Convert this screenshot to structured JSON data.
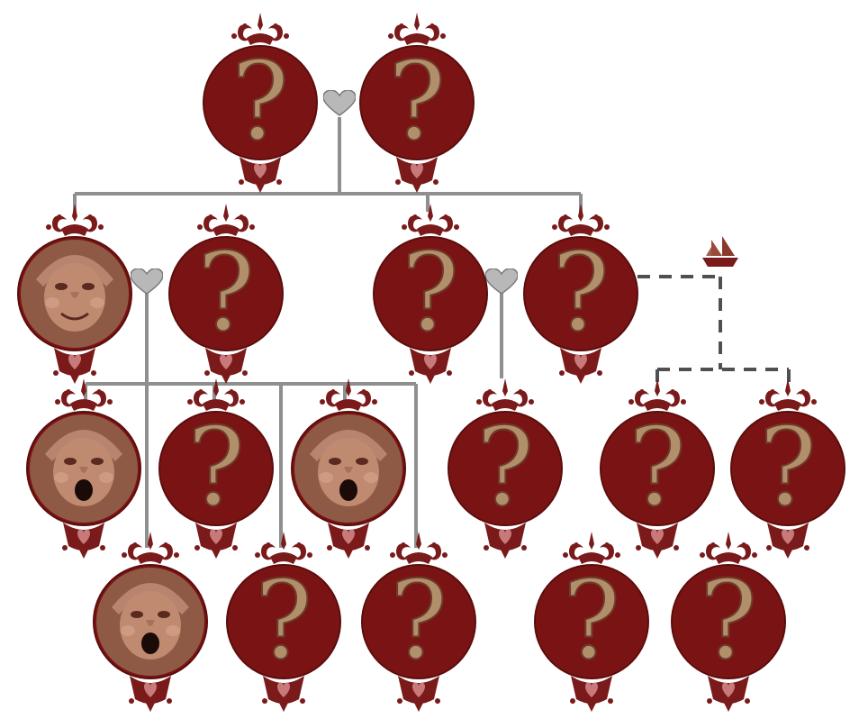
{
  "colors": {
    "medallion": "#7a1414",
    "medallion_dark": "#5c0c0c",
    "ornament": "#7a1a1a",
    "question": "#b08f6a",
    "question_shadow": "#6e3b2a",
    "face": "#a86a50",
    "connector": "#9a9a9a",
    "connector_dark": "#6a6a6a",
    "heart": "#b8b8b8",
    "dashed": "#505050"
  },
  "question_mark": "?",
  "members": [
    {
      "id": "gg1",
      "known": false,
      "name": "unknown-grandparent-left"
    },
    {
      "id": "gg2",
      "known": false,
      "name": "unknown-grandparent-right"
    },
    {
      "id": "p1",
      "known": true,
      "face": "smiling-lady",
      "name": "known-parent-lady"
    },
    {
      "id": "p2",
      "known": false,
      "name": "unknown-spouse-1"
    },
    {
      "id": "p3",
      "known": false,
      "name": "unknown-parent-2"
    },
    {
      "id": "p4",
      "known": false,
      "name": "unknown-spouse-2"
    },
    {
      "id": "c1",
      "known": true,
      "face": "shouting-man",
      "name": "known-child-1"
    },
    {
      "id": "c2",
      "known": false,
      "name": "unknown-child-2"
    },
    {
      "id": "c3",
      "known": true,
      "face": "shouting-lady",
      "name": "known-child-3"
    },
    {
      "id": "c4",
      "known": false,
      "name": "unknown-child-4"
    },
    {
      "id": "c5",
      "known": false,
      "name": "unknown-step-child-1"
    },
    {
      "id": "c6",
      "known": false,
      "name": "unknown-step-child-2"
    },
    {
      "id": "c7",
      "known": true,
      "face": "shouting-man-turban",
      "name": "known-child-5"
    },
    {
      "id": "c8",
      "known": false,
      "name": "unknown-child-6"
    },
    {
      "id": "c9",
      "known": false,
      "name": "unknown-child-7"
    },
    {
      "id": "c10",
      "known": false,
      "name": "unknown-step-child-3"
    },
    {
      "id": "c11",
      "known": false,
      "name": "unknown-step-child-4"
    }
  ]
}
